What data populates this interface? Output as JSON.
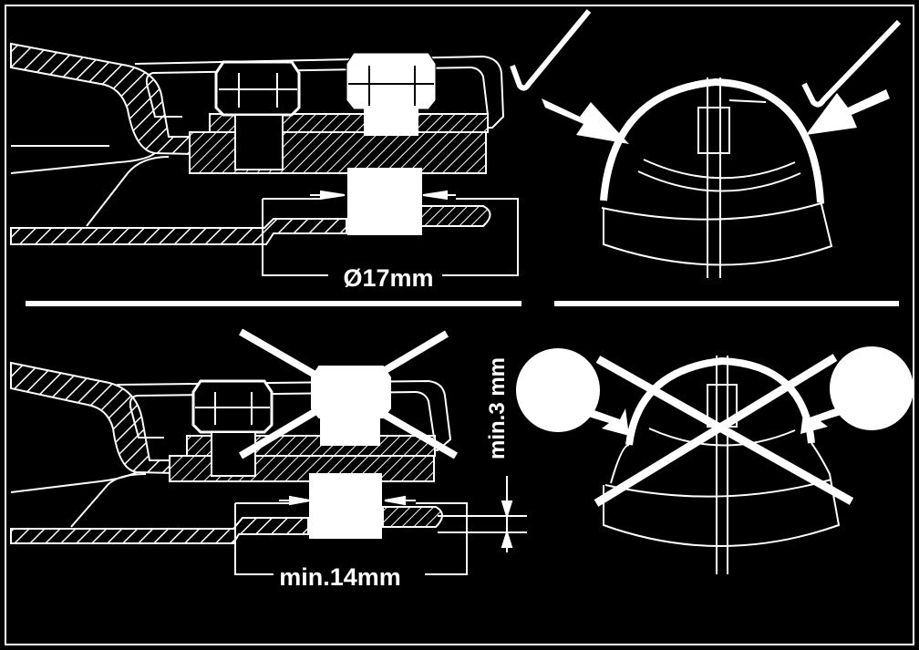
{
  "labels": {
    "diameter_top": "Ø17mm",
    "min_width_bottom": "min.14mm",
    "min_height_side": "min.3 mm"
  },
  "colors": {
    "background": "#000000",
    "line": "#ffffff"
  },
  "panels": [
    {
      "id": "top-left",
      "status": "correct",
      "status_icon": "check-mark-icon"
    },
    {
      "id": "top-right",
      "status": "correct",
      "status_icon": "check-mark-icon"
    },
    {
      "id": "bottom-left",
      "status": "incorrect",
      "status_icon": "cross-mark-icon"
    },
    {
      "id": "bottom-right",
      "status": "incorrect",
      "status_icon": "cross-mark-icon"
    }
  ]
}
